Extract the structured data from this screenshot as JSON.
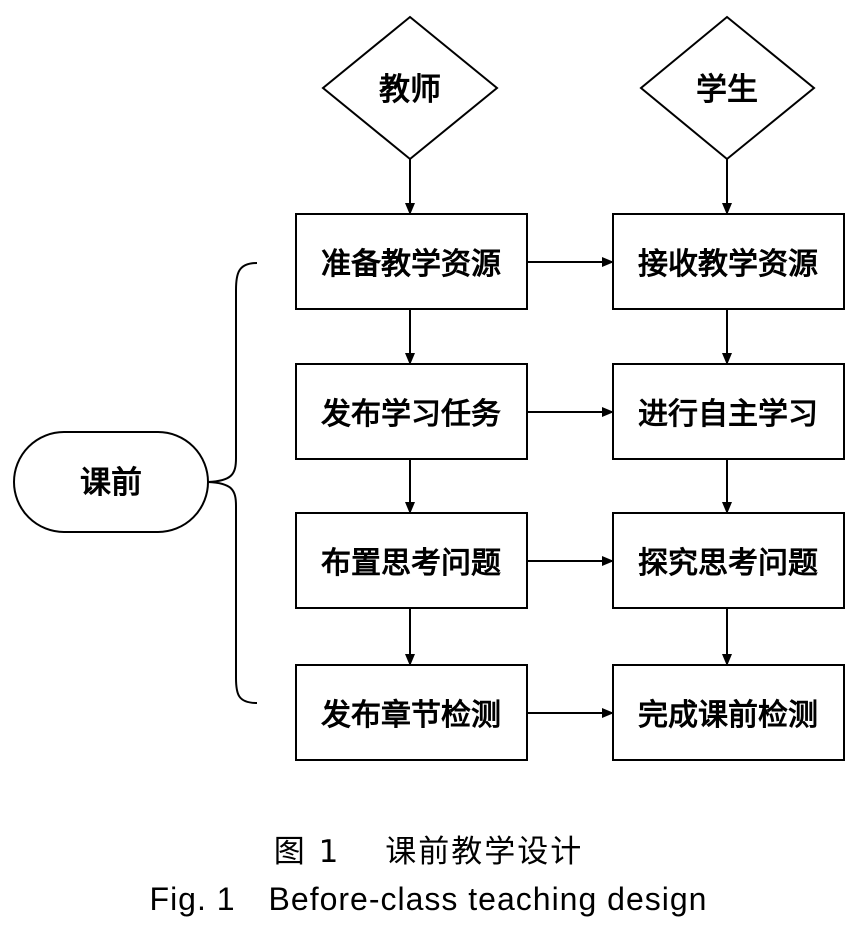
{
  "diagram": {
    "teacher_label": "教师",
    "student_label": "学生",
    "phase_label": "课前",
    "teacher_steps": [
      "准备教学资源",
      "发布学习任务",
      "布置思考问题",
      "发布章节检测"
    ],
    "student_steps": [
      "接收教学资源",
      "进行自主学习",
      "探究思考问题",
      "完成课前检测"
    ]
  },
  "caption": {
    "zh": "图 1　 课前教学设计",
    "en": "Fig. 1　Before-class teaching design"
  }
}
